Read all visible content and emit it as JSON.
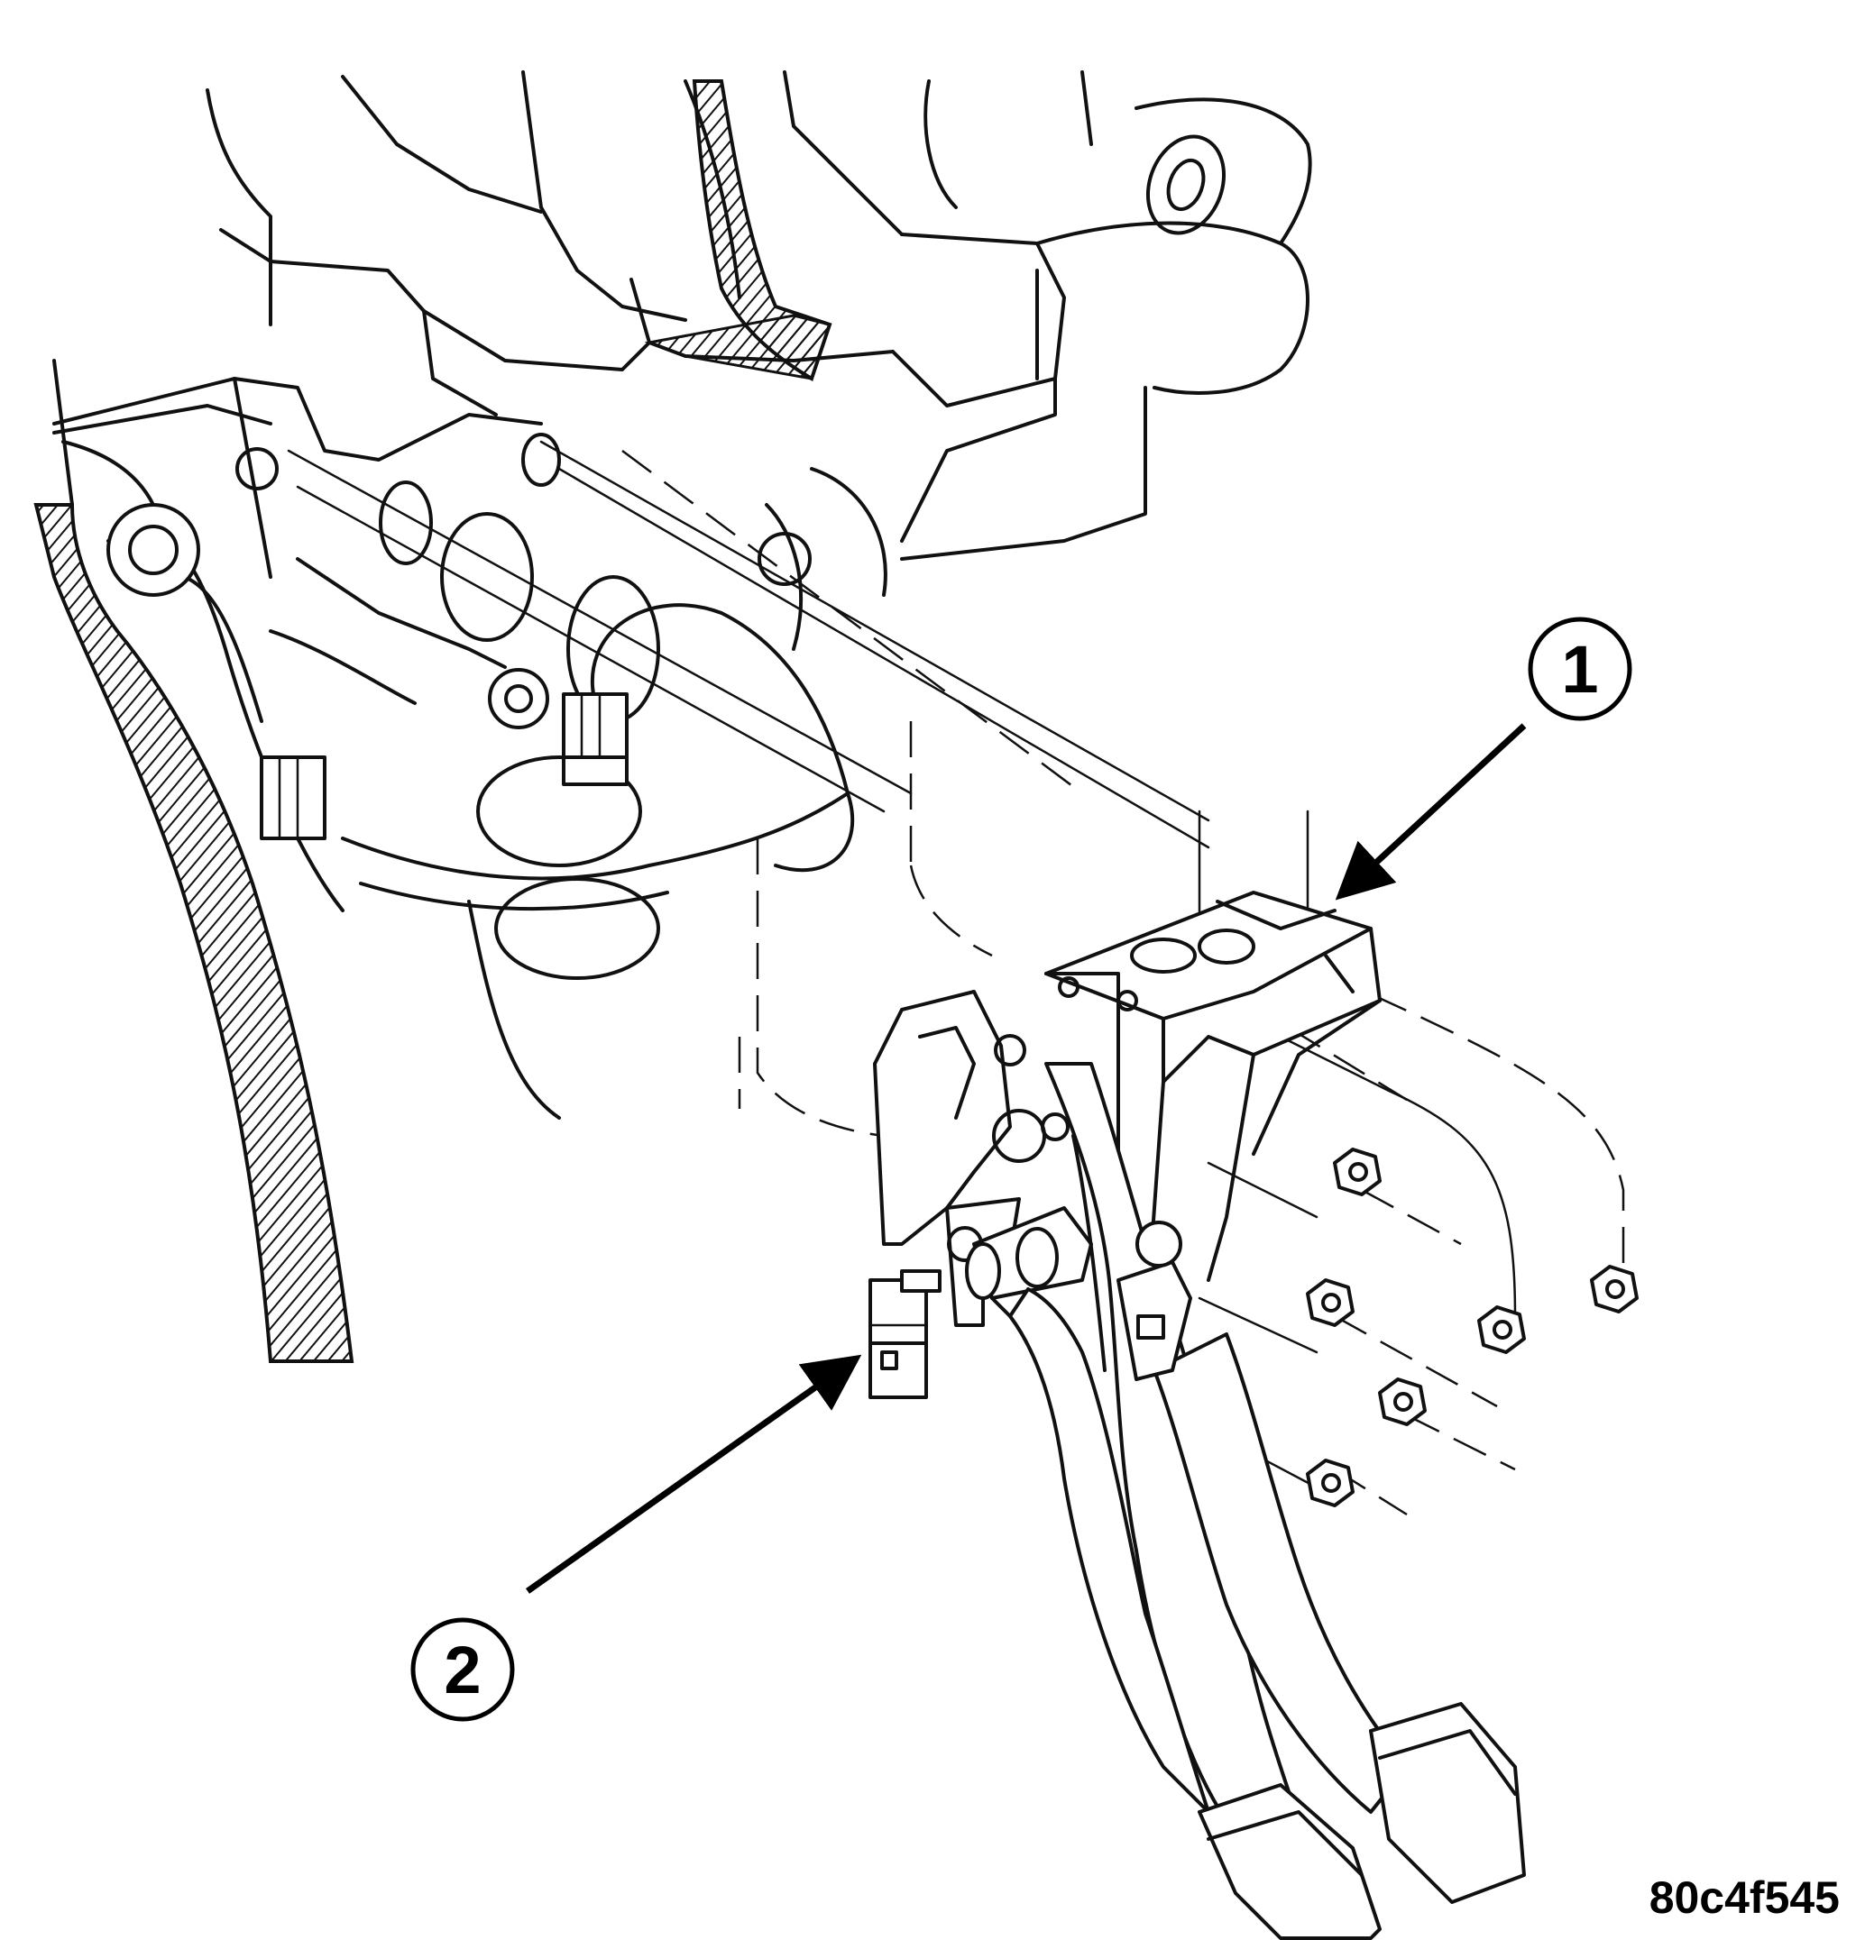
{
  "callouts": [
    {
      "label": "1"
    },
    {
      "label": "2"
    }
  ],
  "figure_id": "80c4f545",
  "icons": {
    "arrow": "arrow-icon",
    "nut": "nut-icon"
  }
}
